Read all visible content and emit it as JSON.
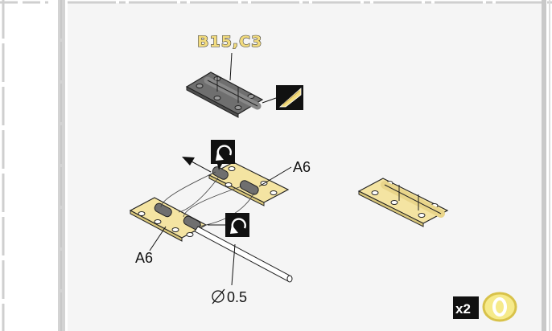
{
  "part_reference": "B15,C3",
  "callouts": {
    "upper_hinge": "A6",
    "lower_hinge": "A6",
    "wire": "0.5"
  },
  "quantity": {
    "multiplier": "x2"
  },
  "colors": {
    "brass": "#f4e4a2",
    "steel": "#6f6f6f",
    "frame_line": "#c8c8c8",
    "panel_bg": "#f5f5f5",
    "badge_fill": "#f6ea8a",
    "badge_ring": "#d8c24a"
  },
  "icons": {
    "cut_sprue": "knife-cut-icon",
    "rotate": "rotate-arrow-icon",
    "step_marker": "ring-marker-icon"
  }
}
